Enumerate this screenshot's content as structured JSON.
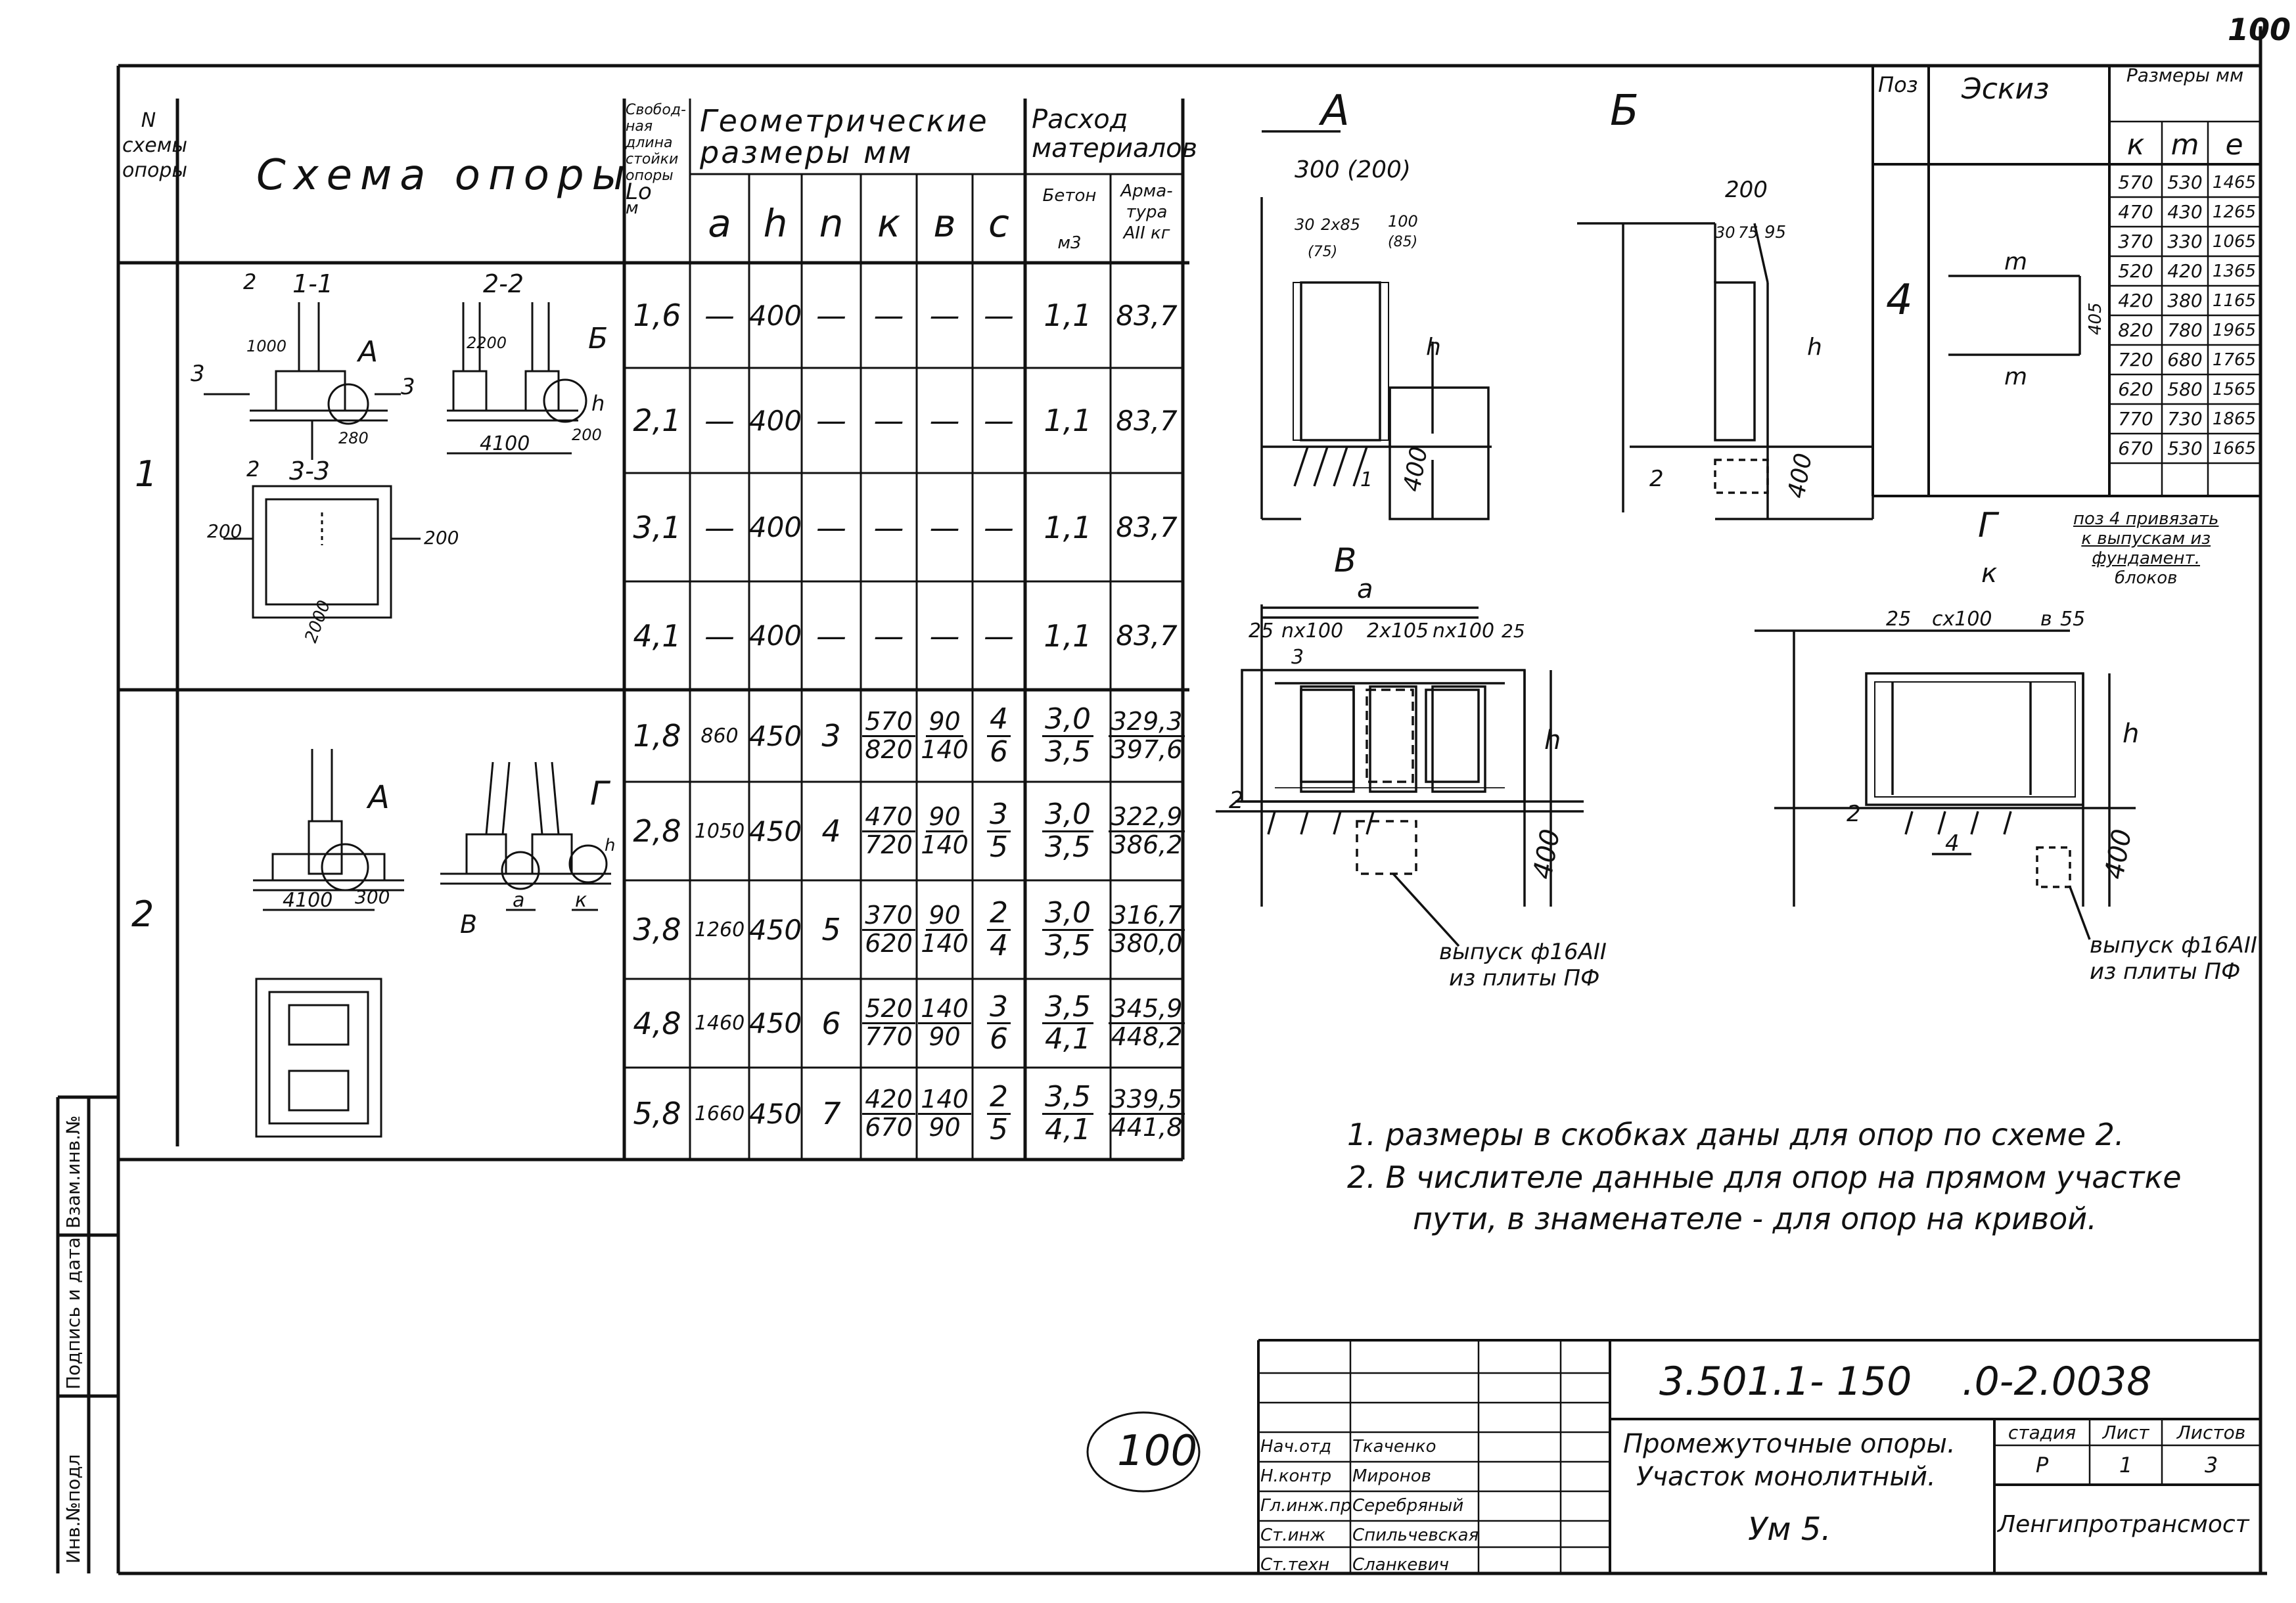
{
  "sheet_number": "100",
  "stamp_number": "100",
  "table": {
    "headers": {
      "scheme_num": [
        "N",
        "схемы",
        "опоры"
      ],
      "scheme_diagram": "Схема опоры",
      "free_length": [
        "Свобод-",
        "ная",
        "длина",
        "стойки",
        "опоры",
        "Lо",
        "м"
      ],
      "geometry": "Геометрические размеры мм",
      "geometry_cols": [
        "a",
        "h",
        "n",
        "к",
        "в",
        "с"
      ],
      "materials": "Расход материалов",
      "concrete": [
        "Бетон",
        "м3"
      ],
      "rebar": [
        "Арма-",
        "тура",
        "АII кг"
      ]
    },
    "scheme1": {
      "num": "1",
      "rows": [
        {
          "L": "1,6",
          "a": "—",
          "h": "400",
          "n": "—",
          "k": "—",
          "v": "—",
          "c": "—",
          "concrete": "1,1",
          "rebar": "83,7"
        },
        {
          "L": "2,1",
          "a": "—",
          "h": "400",
          "n": "—",
          "k": "—",
          "v": "—",
          "c": "—",
          "concrete": "1,1",
          "rebar": "83,7"
        },
        {
          "L": "3,1",
          "a": "—",
          "h": "400",
          "n": "—",
          "k": "—",
          "v": "—",
          "c": "—",
          "concrete": "1,1",
          "rebar": "83,7"
        },
        {
          "L": "4,1",
          "a": "—",
          "h": "400",
          "n": "—",
          "k": "—",
          "v": "—",
          "c": "—",
          "concrete": "1,1",
          "rebar": "83,7"
        }
      ]
    },
    "scheme2": {
      "num": "2",
      "rows": [
        {
          "L": "1,8",
          "a": "860",
          "h": "450",
          "n": "3",
          "k1": "570",
          "k2": "820",
          "v1": "90",
          "v2": "140",
          "c1": "4",
          "c2": "6",
          "b1": "3,0",
          "b2": "3,5",
          "r1": "329,3",
          "r2": "397,6"
        },
        {
          "L": "2,8",
          "a": "1050",
          "h": "450",
          "n": "4",
          "k1": "470",
          "k2": "720",
          "v1": "90",
          "v2": "140",
          "c1": "3",
          "c2": "5",
          "b1": "3,0",
          "b2": "3,5",
          "r1": "322,9",
          "r2": "386,2"
        },
        {
          "L": "3,8",
          "a": "1260",
          "h": "450",
          "n": "5",
          "k1": "370",
          "k2": "620",
          "v1": "90",
          "v2": "140",
          "c1": "2",
          "c2": "4",
          "b1": "3,0",
          "b2": "3,5",
          "r1": "316,7",
          "r2": "380,0"
        },
        {
          "L": "4,8",
          "a": "1460",
          "h": "450",
          "n": "6",
          "k1": "520",
          "k2": "770",
          "v1": "140",
          "v2": "90",
          "c1": "3",
          "c2": "6",
          "b1": "3,5",
          "b2": "4,1",
          "r1": "345,9",
          "r2": "448,2"
        },
        {
          "L": "5,8",
          "a": "1660",
          "h": "450",
          "n": "7",
          "k1": "420",
          "k2": "670",
          "v1": "140",
          "v2": "90",
          "c1": "2",
          "c2": "5",
          "b1": "3,5",
          "b2": "4,1",
          "r1": "339,5",
          "r2": "441,8"
        }
      ]
    }
  },
  "scheme1_labels": {
    "section11": "1-1",
    "section22": "2-2",
    "section33": "3-3",
    "n1000": "1000",
    "n2200": "2200",
    "n4100": "4100",
    "n280": "280",
    "n200": "200",
    "left200": "200",
    "right200": "200",
    "bottom200": "2000",
    "A": "А",
    "B": "Б",
    "h": "h",
    "m2": "2",
    "m3": "3"
  },
  "scheme2_labels": {
    "A": "А",
    "G": "Г",
    "V": "В",
    "n4100": "4100",
    "n300": "300",
    "a": "a",
    "k": "к",
    "h": "h"
  },
  "details": {
    "A": {
      "title": "А",
      "d1": "300 (200)",
      "d2": "30",
      "d3": "2x85",
      "d4": "(75)",
      "d5": "100",
      "d6": "(85)",
      "h": "h",
      "n400": "400",
      "m1": "1"
    },
    "B": {
      "title": "Б",
      "d1": "200",
      "d2": "30",
      "d3": "75",
      "d4": "95",
      "h": "h",
      "n400": "400",
      "m2": "2"
    },
    "V": {
      "title": "В",
      "a": "a",
      "d1": "25",
      "d2": "nх100",
      "d3": "2х105",
      "d4": "nх100",
      "d5": "25",
      "m3": "3",
      "m2": "2",
      "h": "h",
      "n400": "400",
      "note1": "выпуск ф16АII",
      "note2": "из плиты ПФ"
    },
    "G": {
      "title": "Г",
      "k": "к",
      "d1": "25",
      "d2": "сх100",
      "d3": "в",
      "d4": "55",
      "m2": "2",
      "m4": "4",
      "h": "h",
      "n400": "400",
      "pos4note": [
        "поз 4 привязать",
        "к выпускам из",
        "фундамент.",
        "блоков"
      ],
      "note1": "выпуск ф16АII",
      "note2": "из плиты ПФ"
    }
  },
  "pos_table": {
    "headers": {
      "pos": "Поз",
      "sketch": "Эскиз",
      "dims": "Размеры мм",
      "k": "к",
      "m": "m",
      "e": "е"
    },
    "pos": "4",
    "sketch_m": "m",
    "sketch_405": "405",
    "rows": [
      [
        "570",
        "530",
        "1465"
      ],
      [
        "470",
        "430",
        "1265"
      ],
      [
        "370",
        "330",
        "1065"
      ],
      [
        "520",
        "420",
        "1365"
      ],
      [
        "420",
        "380",
        "1165"
      ],
      [
        "820",
        "780",
        "1965"
      ],
      [
        "720",
        "680",
        "1765"
      ],
      [
        "620",
        "580",
        "1565"
      ],
      [
        "770",
        "730",
        "1865"
      ],
      [
        "670",
        "530",
        "1665"
      ]
    ]
  },
  "notes": [
    "1. размеры в скобках даны для опор по схеме 2.",
    "2. В числителе данные для опор на прямом участке",
    "пути, в знаменателе - для опор на кривой."
  ],
  "side_strip": [
    "Инв.№подл",
    "Подпись и дата",
    "Взам.инв.№"
  ],
  "title_block": {
    "doc_code": "3.501.1- 150    .0-2.0038",
    "roles": [
      {
        "role": "Нач.отд",
        "name": "Ткаченко"
      },
      {
        "role": "Н.контр",
        "name": "Миронов"
      },
      {
        "role": "Гл.инж.пр",
        "name": "Серебряный"
      },
      {
        "role": "Ст.инж",
        "name": "Спильчевская"
      },
      {
        "role": "Ст.техн",
        "name": "Сланкевич"
      }
    ],
    "title1": "Промежуточные опоры.",
    "title2": "Участок монолитный.",
    "sheet_label": "Ум 5.",
    "stage_h": "стадия",
    "list_h": "Лист",
    "lists_h": "Листов",
    "stage": "Р",
    "list": "1",
    "lists": "3",
    "org": "Ленгипротрансмост"
  }
}
